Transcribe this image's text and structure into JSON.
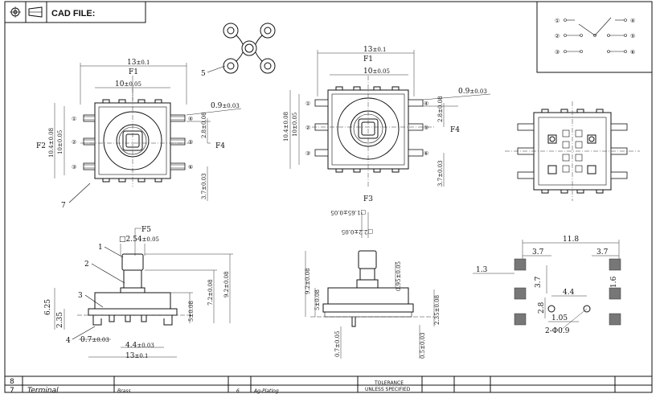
{
  "header": {
    "title": "CAD FILE:"
  },
  "top_view": {
    "overall": "13",
    "overall_tol": "±0.1",
    "inner": "10",
    "inner_tol": "±0.05",
    "height": "10.4",
    "height_tol": "±0.08",
    "height_inner": "10",
    "height_inner_tol": "±0.05",
    "pin_width": "0.9",
    "pin_width_tol": "±0.03",
    "pitch": "2.8",
    "pitch_tol": "±0.08",
    "span": "3.7",
    "span_tol": "±0.03",
    "f1": "F1",
    "f2": "F2",
    "f4": "F4",
    "pins": [
      "①",
      "②",
      "③",
      "④",
      "⑤",
      "⑥"
    ],
    "callout_5": "5",
    "callout_7": "7"
  },
  "top_view_right": {
    "overall": "13",
    "overall_tol": "±0.1",
    "inner": "10",
    "inner_tol": "±0.05",
    "height": "10.4",
    "height_tol": "±0.08",
    "height_inner": "10",
    "height_inner_tol": "±0.05",
    "pin_width": "0.9",
    "pin_width_tol": "±0.03",
    "pitch": "2.8",
    "pitch_tol": "±0.08",
    "span": "3.7",
    "span_tol": "±0.03",
    "f1": "F1",
    "f3": "F3",
    "f4": "F4"
  },
  "schematic": {
    "pins": [
      "①",
      "②",
      "③",
      "④",
      "⑤",
      "⑥"
    ]
  },
  "side_view": {
    "f5": "F5",
    "shaft": "□2.54",
    "shaft_tol": "±0.05",
    "h_total": "6.25",
    "h_body": "2.35",
    "h_mid": "5",
    "h_mid_tol": "±0.08",
    "h_72": "7.2",
    "h_72_tol": "±0.08",
    "h_92": "9.2",
    "h_92_tol": "±0.08",
    "leg": "0.7",
    "leg_tol": "±0.03",
    "pin_pitch": "4.4",
    "pin_pitch_tol": "±0.03",
    "bottom": "13",
    "bottom_tol": "±0.1",
    "callouts": [
      "1",
      "2",
      "3",
      "4"
    ]
  },
  "side_view_right": {
    "shaft": "□1.65",
    "shaft_tol": "±0.05",
    "shaft_inner": "□2.2",
    "shaft_inner_tol": "±0.05",
    "h_92": "9.2",
    "h_92_tol": "±0.08",
    "h_5": "5",
    "h_5_tol": "±0.08",
    "h_095": "0.95",
    "h_095_tol": "±0.05",
    "h_235": "2.35",
    "h_235_tol": "±0.08",
    "leg": "0.7",
    "leg_tol": "±0.05",
    "leg2": "0.5",
    "leg2_tol": "±0.03"
  },
  "footprint": {
    "width": "11.8",
    "a": "3.7",
    "b": "3.7",
    "c": "1.3",
    "d": "3.7",
    "e": "4.4",
    "f": "1.6",
    "g": "2.8",
    "h": "1.05",
    "hole": "2-Φ0.9"
  },
  "bom": {
    "row8_no": "8",
    "row7_no": "7",
    "row7_name": "Terminal",
    "row7_material": "Brass",
    "row7_qty": "6",
    "row7_finish": "Ag-Plating",
    "tolerance_line1": "TOLERANCE",
    "tolerance_line2": "UNLESS SPECIFIED"
  }
}
